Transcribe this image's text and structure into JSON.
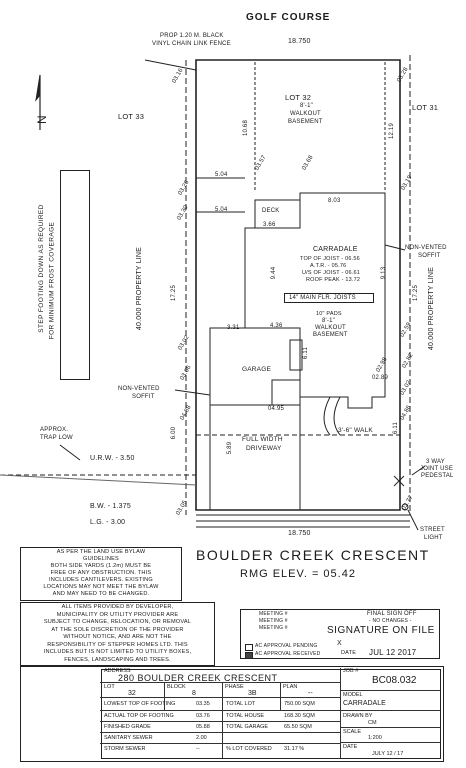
{
  "top": {
    "golf_course": "GOLF COURSE",
    "rear_dim": "18.750",
    "fence_note_line1": "PROP 1.20 M. BLACK",
    "fence_note_line2": "VINYL CHAIN LINK FENCE"
  },
  "lots": {
    "lot_left": "LOT 33",
    "lot_center": "LOT 32",
    "lot_right": "LOT 31"
  },
  "walkout_top": {
    "line1": "8'-1\"",
    "line2": "WALKOUT",
    "line3": "BASEMENT"
  },
  "house": {
    "name": "CARRADALE",
    "top_joist": "TOP OF JOIST - 06.56",
    "atr": "A.T.R. - 05.76",
    "us_joist": "U/S OF JOIST - 06.61",
    "roof_peak": "ROOF PEAK - 13.72",
    "walkout_line1": "8'-1\"",
    "walkout_line2": "WALKOUT",
    "walkout_line3": "BASEMENT",
    "joists_note": "14\" MAIN FLR. JOISTS",
    "pads_note": "10\" PADS",
    "deck_label": "DECK",
    "garage_label": "GARAGE",
    "driveway_line1": "FULL WIDTH",
    "driveway_line2": "DRIVEWAY",
    "walk_label": "3'-6\" WALK"
  },
  "left_side": {
    "step_footing_line1": "STEP FOOTING DOWN AS REQUIRED",
    "step_footing_line2": "FOR MINIMUM FROST COVERAGE",
    "property_line": "40.000 PROPERTY LINE",
    "soffit_line1": "NON-VENTED",
    "soffit_line2": "SOFFIT",
    "trap_line1": "APPROX.",
    "trap_line2": "TRAP LOW"
  },
  "right_side": {
    "property_line": "40.000 PROPERTY LINE",
    "soffit_line1": "NON-VENTED",
    "soffit_line2": "SOFFIT",
    "pedestal_line1": "3 WAY",
    "pedestal_line2": "JOINT USE",
    "pedestal_line3": "PEDESTAL",
    "street_light_line1": "STREET",
    "street_light_line2": "LIGHT"
  },
  "dims": {
    "d_504_a": "5.04",
    "d_504_b": "5.04",
    "d_1068": "10.68",
    "d_1219": "12.19",
    "d_803": "8.03",
    "d_944": "9.44",
    "d_1725_a": "17.25",
    "d_1725_b": "17.25",
    "d_331": "3.31",
    "d_436": "4.36",
    "d_611": "6.11",
    "d_366": "3.66",
    "d_589": "5.89",
    "d_913": "9.13",
    "d_611_b": "6.11",
    "front_dim": "18.750",
    "d_600": "6.00"
  },
  "elevs": {
    "e1": "03.16",
    "e2": "03.28",
    "e3": "03.26",
    "e4": "03.30",
    "e5": "03.19",
    "e6": "03.57",
    "e7": "03.68",
    "e8": "03.02",
    "e9": "03.06",
    "e10": "02.59",
    "e11": "02.82",
    "e12": "02.98",
    "e13": "02.89",
    "e14": "03.02",
    "e15": "04.88",
    "e16": "04.95",
    "e17": "04.86",
    "e18": "03.05",
    "e19": "02.77"
  },
  "utility": {
    "urw": "U.R.W. - 3.50",
    "bw": "B.W. - 1.375",
    "lg": "L.G. - 3.00"
  },
  "street": {
    "name": "BOULDER CREEK CRESCENT",
    "elev": "RMG ELEV. = 05.42"
  },
  "notes": {
    "bylaw": [
      "AS PER THE LAND USE BYLAW",
      "GUIDELINES",
      "BOTH SIDE YARDS (1.2m) MUST BE",
      "FREE OF ANY OBSTRUCTION. THIS",
      "INCLUDES CANTILEVERS. EXISTING",
      "LOCATIONS MAY NOT MEET THE BYLAW",
      "AND MAY NEED TO BE CHANGED."
    ],
    "developer": [
      "ALL ITEMS PROVIDED BY DEVELOPER,",
      "MUNICIPALITY OR UTILITY PROVIDER ARE",
      "SUBJECT TO CHANGE, RELOCATION, OR REMOVAL",
      "AT THE SOLE DISCRETION OF THE PROVIDER",
      "WITHOUT NOTICE, AND ARE NOT THE",
      "RESPONSIBILITY OF STEPPER HOMES LTD. THIS",
      "INCLUDES BUT IS NOT LIMITED TO UTILITY BOXES,",
      "FENCES, LANDSCAPING AND TREES."
    ]
  },
  "approval": {
    "meetings": [
      "MEETING #",
      "MEETING #",
      "MEETING #"
    ],
    "ac_pending": "AC APPROVAL PENDING",
    "ac_received": "AC APPROVAL RECEIVED",
    "final_signoff": "FINAL SIGN OFF",
    "no_changes": "- NO CHANGES -",
    "signature": "SIGNATURE ON FILE",
    "x_mark": "X",
    "date_label": "DATE",
    "date_value": "JUL 12 2017"
  },
  "title_block": {
    "address_label": "ADDRESS",
    "address": "280 BOULDER CREEK CRESCENT",
    "job_label": "JOB #",
    "job": "BC08.032",
    "lot_label": "LOT",
    "lot": "32",
    "block_label": "BLOCK",
    "block": "8",
    "phase_label": "PHASE",
    "phase": "3B",
    "plan_label": "PLAN",
    "plan": "--",
    "model_label": "MODEL",
    "model": "CARRADALE",
    "rows": [
      {
        "label": "LOWEST TOP OF FOOTING",
        "value": "03.35",
        "label2": "TOTAL LOT",
        "value2": "750.00 SQM"
      },
      {
        "label": "ACTUAL TOP OF FOOTING",
        "value": "03.76",
        "label2": "TOTAL HOUSE",
        "value2": "168.30 SQM"
      },
      {
        "label": "FINISHED GRADE",
        "value": "05.88",
        "label2": "TOTAL GARAGE",
        "value2": "65.50 SQM"
      },
      {
        "label": "SANITARY SEWER",
        "value": "2.00",
        "label2": "",
        "value2": ""
      },
      {
        "label": "STORM SEWER",
        "value": "--",
        "label2": "% LOT COVERED",
        "value2": "31.17 %"
      }
    ],
    "drawn_label": "DRAWN BY",
    "drawn": "CM",
    "scale_label": "SCALE",
    "scale": "1:200",
    "date_label": "DATE",
    "date": "JULY 12 / 17"
  }
}
